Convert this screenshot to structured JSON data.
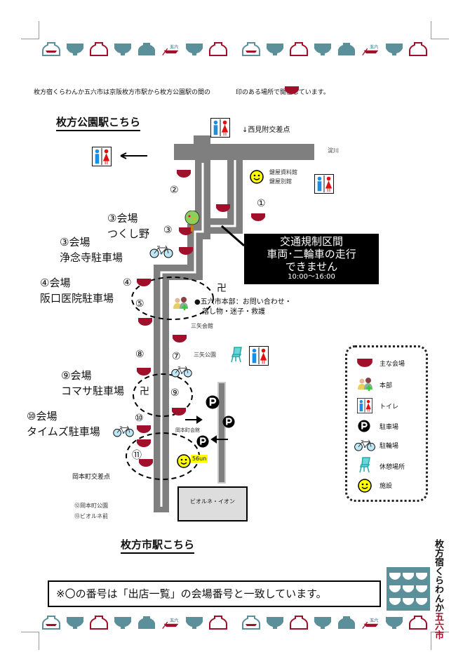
{
  "intro": "枚方宿くらわんか五六市は京阪枚方市駅から枚方公園駅の間の　　　　印のある場所で開催しています。",
  "north_station": "枚方公園駅こちら",
  "south_station": "枚方市駅こちら",
  "nishimitsuke": "↓西見附交差点",
  "yodogawa": "淀川",
  "kagiya1": "鍵屋資料館",
  "kagiya2": "鍵屋別館",
  "traffic": {
    "l1": "交通規制区間",
    "l2": "車両･二輪車の走行",
    "l3": "できません",
    "time": "10:00～16:00"
  },
  "hq": {
    "l1": "●五六市本部：お問い合わせ・",
    "l2": "落し物・迷子・救護"
  },
  "places": {
    "mitsuya_kaikan": "三矢会館",
    "mitsuya_park": "三矢公園",
    "okamoto_kaikan": "岡本町会館",
    "okamoto_crossing": "岡本町交差点",
    "p12": "⑫岡本町公園",
    "p13": "⑬ビオルネ前",
    "aeon": "ビオルネ・イオン",
    "shop": "56un"
  },
  "venues": {
    "v3a": [
      "③会場",
      "つくし野"
    ],
    "v3b": [
      "③会場",
      "浄念寺駐車場"
    ],
    "v4": [
      "④会場",
      "阪口医院駐車場"
    ],
    "v9": [
      "⑨会場",
      "コマサ駐車場"
    ],
    "v10": [
      "⑩会場",
      "タイムズ駐車場"
    ]
  },
  "numbers": {
    "n1": "①",
    "n2": "②",
    "n3": "③",
    "n4": "④",
    "n5": "⑤",
    "n7": "⑦",
    "n8": "⑧",
    "n9": "⑨",
    "n10": "⑩",
    "n11": "⑪"
  },
  "temple": "卍",
  "legend": [
    "主な会場",
    "本部",
    "トイレ",
    "駐車場",
    "駐輪場",
    "休憩場所",
    "施設"
  ],
  "note": "※〇の番号は「出店一覧」の会場番号と一致しています。",
  "logo": {
    "l1": "枚方宿",
    "l2": "くらわんか",
    "l3": "五六市",
    "banner_text": "五六"
  },
  "colors": {
    "bowl": "#a0102a",
    "teal": "#5b8f9a",
    "road": "#7f7f7f"
  }
}
